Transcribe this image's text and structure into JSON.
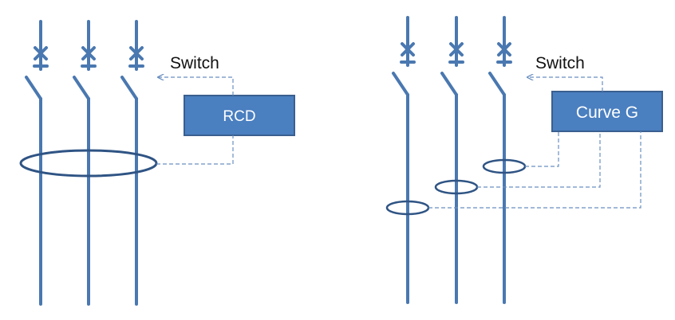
{
  "colors": {
    "conductor": "#4a78b0",
    "box_fill": "#4a7fc0",
    "box_border": "#3a5f8f",
    "sensor": "#2f5484",
    "dashed": "#6a8fc0",
    "text": "#111111"
  },
  "left": {
    "switch_label": "Switch",
    "box_label": "RCD"
  },
  "right": {
    "switch_label": "Switch",
    "box_label": "Curve G"
  }
}
